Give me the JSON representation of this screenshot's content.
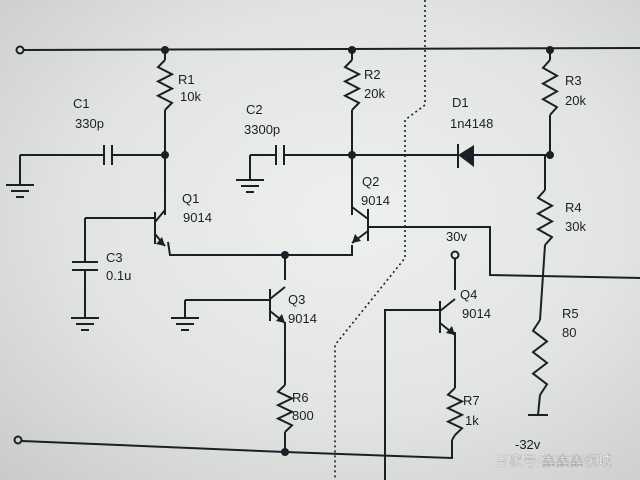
{
  "components": {
    "R1": {
      "ref": "R1",
      "value": "10k"
    },
    "R2": {
      "ref": "R2",
      "value": "20k"
    },
    "R3": {
      "ref": "R3",
      "value": "20k"
    },
    "R4": {
      "ref": "R4",
      "value": "30k"
    },
    "R5": {
      "ref": "R5",
      "value": "80"
    },
    "R6": {
      "ref": "R6",
      "value": "800"
    },
    "R7": {
      "ref": "R7",
      "value": "1k"
    },
    "C1": {
      "ref": "C1",
      "value": "330p"
    },
    "C2": {
      "ref": "C2",
      "value": "3300p"
    },
    "C3": {
      "ref": "C3",
      "value": "0.1u"
    },
    "D1": {
      "ref": "D1",
      "value": "1n4148"
    },
    "Q1": {
      "ref": "Q1",
      "value": "9014"
    },
    "Q2": {
      "ref": "Q2",
      "value": "9014"
    },
    "Q3": {
      "ref": "Q3",
      "value": "9014"
    },
    "Q4": {
      "ref": "Q4",
      "value": "9014"
    }
  },
  "supplies": {
    "positive": "30v",
    "negative": "-32v"
  },
  "watermark": "百家号/鑫鑫鑫领域"
}
